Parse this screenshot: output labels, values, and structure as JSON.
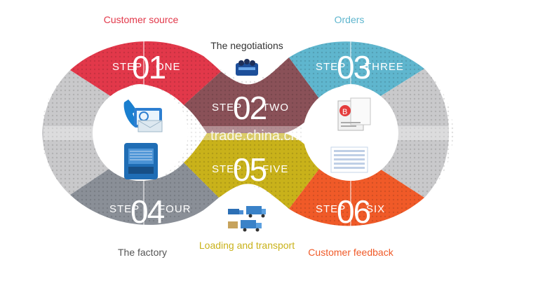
{
  "labels": {
    "customer_source": "Customer source",
    "negotiations": "The negotiations",
    "orders": "Orders",
    "factory": "The factory",
    "loading": "Loading and transport",
    "feedback": "Customer feedback"
  },
  "steps": [
    {
      "word": "STEP",
      "num": "01",
      "name": "ONE",
      "color": "#e2384a"
    },
    {
      "word": "STEP",
      "num": "02",
      "name": "TWO",
      "color": "#8a5158"
    },
    {
      "word": "STEP",
      "num": "03",
      "name": "THREE",
      "color": "#5fb6ce"
    },
    {
      "word": "STEP",
      "num": "04",
      "name": "FOUR",
      "color": "#8a8f97"
    },
    {
      "word": "STEP",
      "num": "05",
      "name": "FIVE",
      "color": "#c9b21a"
    },
    {
      "word": "STEP",
      "num": "06",
      "name": "SIX",
      "color": "#f05a28"
    }
  ],
  "label_colors": {
    "customer_source": "#e2384a",
    "negotiations": "#333333",
    "orders": "#5fb6ce",
    "factory": "#555555",
    "loading": "#c9b21a",
    "feedback": "#f05a28"
  },
  "watermark": "trade.china.cn"
}
